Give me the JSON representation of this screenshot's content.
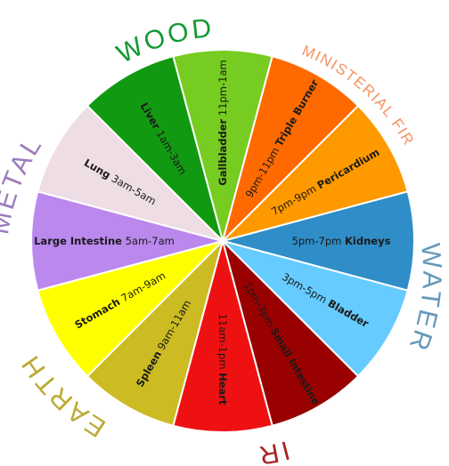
{
  "segments": [
    {
      "organ": "Gallbladder",
      "time": "11pm-1am",
      "color": "#77cc22"
    },
    {
      "organ": "Triple Burner",
      "time": "9pm-11pm",
      "color": "#ff6a00"
    },
    {
      "organ": "Pericardium",
      "time": "7pm-9pm",
      "color": "#ff9900"
    },
    {
      "organ": "Kidneys",
      "time": "5pm-7pm",
      "color": "#2f8dc7"
    },
    {
      "organ": "Bladder",
      "time": "3pm-5pm",
      "color": "#66ccff"
    },
    {
      "organ": "Small Intestine",
      "time": "1pm-3pm",
      "color": "#990000"
    },
    {
      "organ": "Heart",
      "time": "11am-1pm",
      "color": "#ee1111"
    },
    {
      "organ": "Spleen",
      "time": "9am-11am",
      "color": "#ccbb22"
    },
    {
      "organ": "Stomach",
      "time": "7am-9am",
      "color": "#ffff00"
    },
    {
      "organ": "Large Intestine",
      "time": "5am-7am",
      "color": "#bb88ee"
    },
    {
      "organ": "Lung",
      "time": "3am-5am",
      "color": "#eedde5"
    },
    {
      "organ": "Liver",
      "time": "1am-3am",
      "color": "#119911"
    }
  ],
  "elements": [
    {
      "label": "WOOD",
      "color": "#119933"
    },
    {
      "label": "MINISTERIAL FIRE",
      "color": "#f5925f"
    },
    {
      "label": "WATER",
      "color": "#6699bb"
    },
    {
      "label": "FIRE",
      "color": "#aa2222"
    },
    {
      "label": "EARTH",
      "color": "#bbaa33"
    },
    {
      "label": "METAL",
      "color": "#9b7bbd"
    }
  ]
}
